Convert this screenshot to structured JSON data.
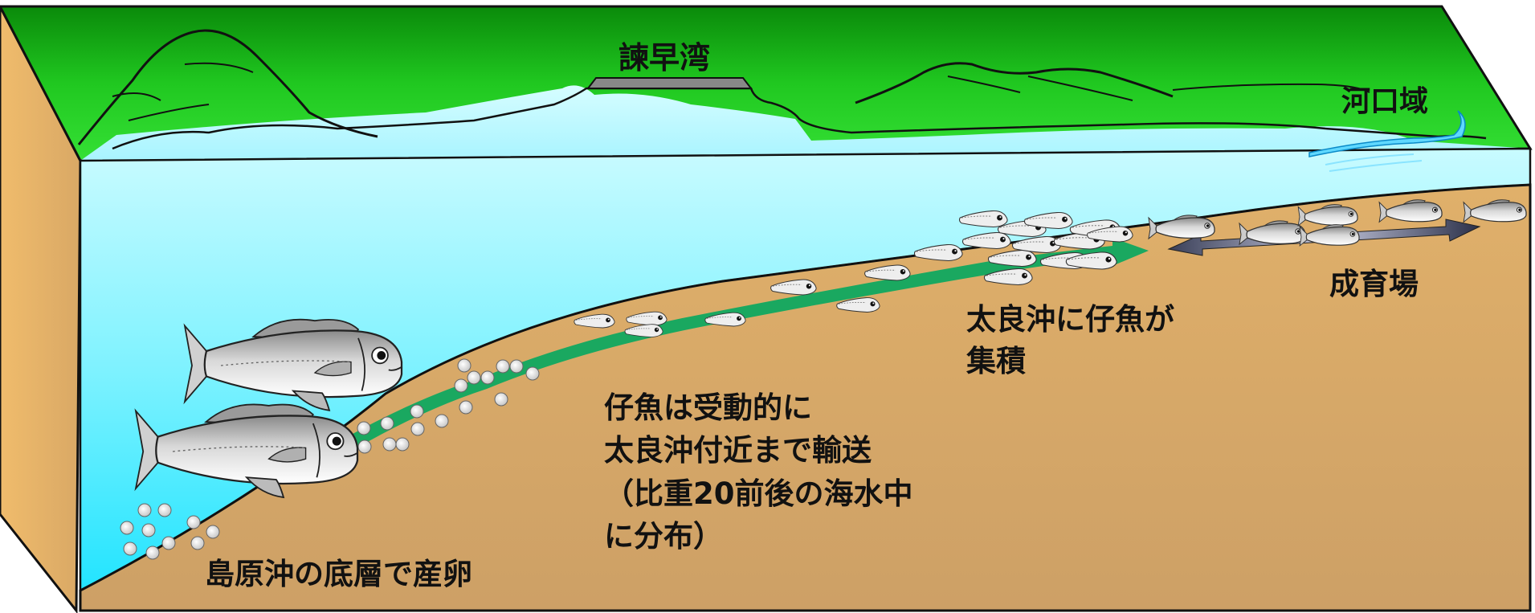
{
  "labels": {
    "bay": "諫早湾",
    "estuary": "河口域",
    "nursery": "成育場",
    "accumulate_line1": "太良沖に仔魚が",
    "accumulate_line2": "集積",
    "transport_line1": "仔魚は受動的に",
    "transport_line2": "太良沖付近まで輸送",
    "transport_line3": "（比重20前後の海水中",
    "transport_line4": "に分布）",
    "spawn": "島原沖の底層で産卵"
  },
  "icons": {
    "adult_fish": "adult-fish-icon",
    "egg": "egg-icon",
    "larva": "larva-icon",
    "juvenile": "juvenile-fish-icon",
    "transport_arrow": "green-arrow-icon",
    "migration_arrow": "double-arrow-icon"
  },
  "colors": {
    "land": "#22cc22",
    "water": "#7ef0ff",
    "seabed": "#d9a866",
    "transport_arrow": "#1aa860",
    "migration_arrow": "#3a3f58"
  }
}
